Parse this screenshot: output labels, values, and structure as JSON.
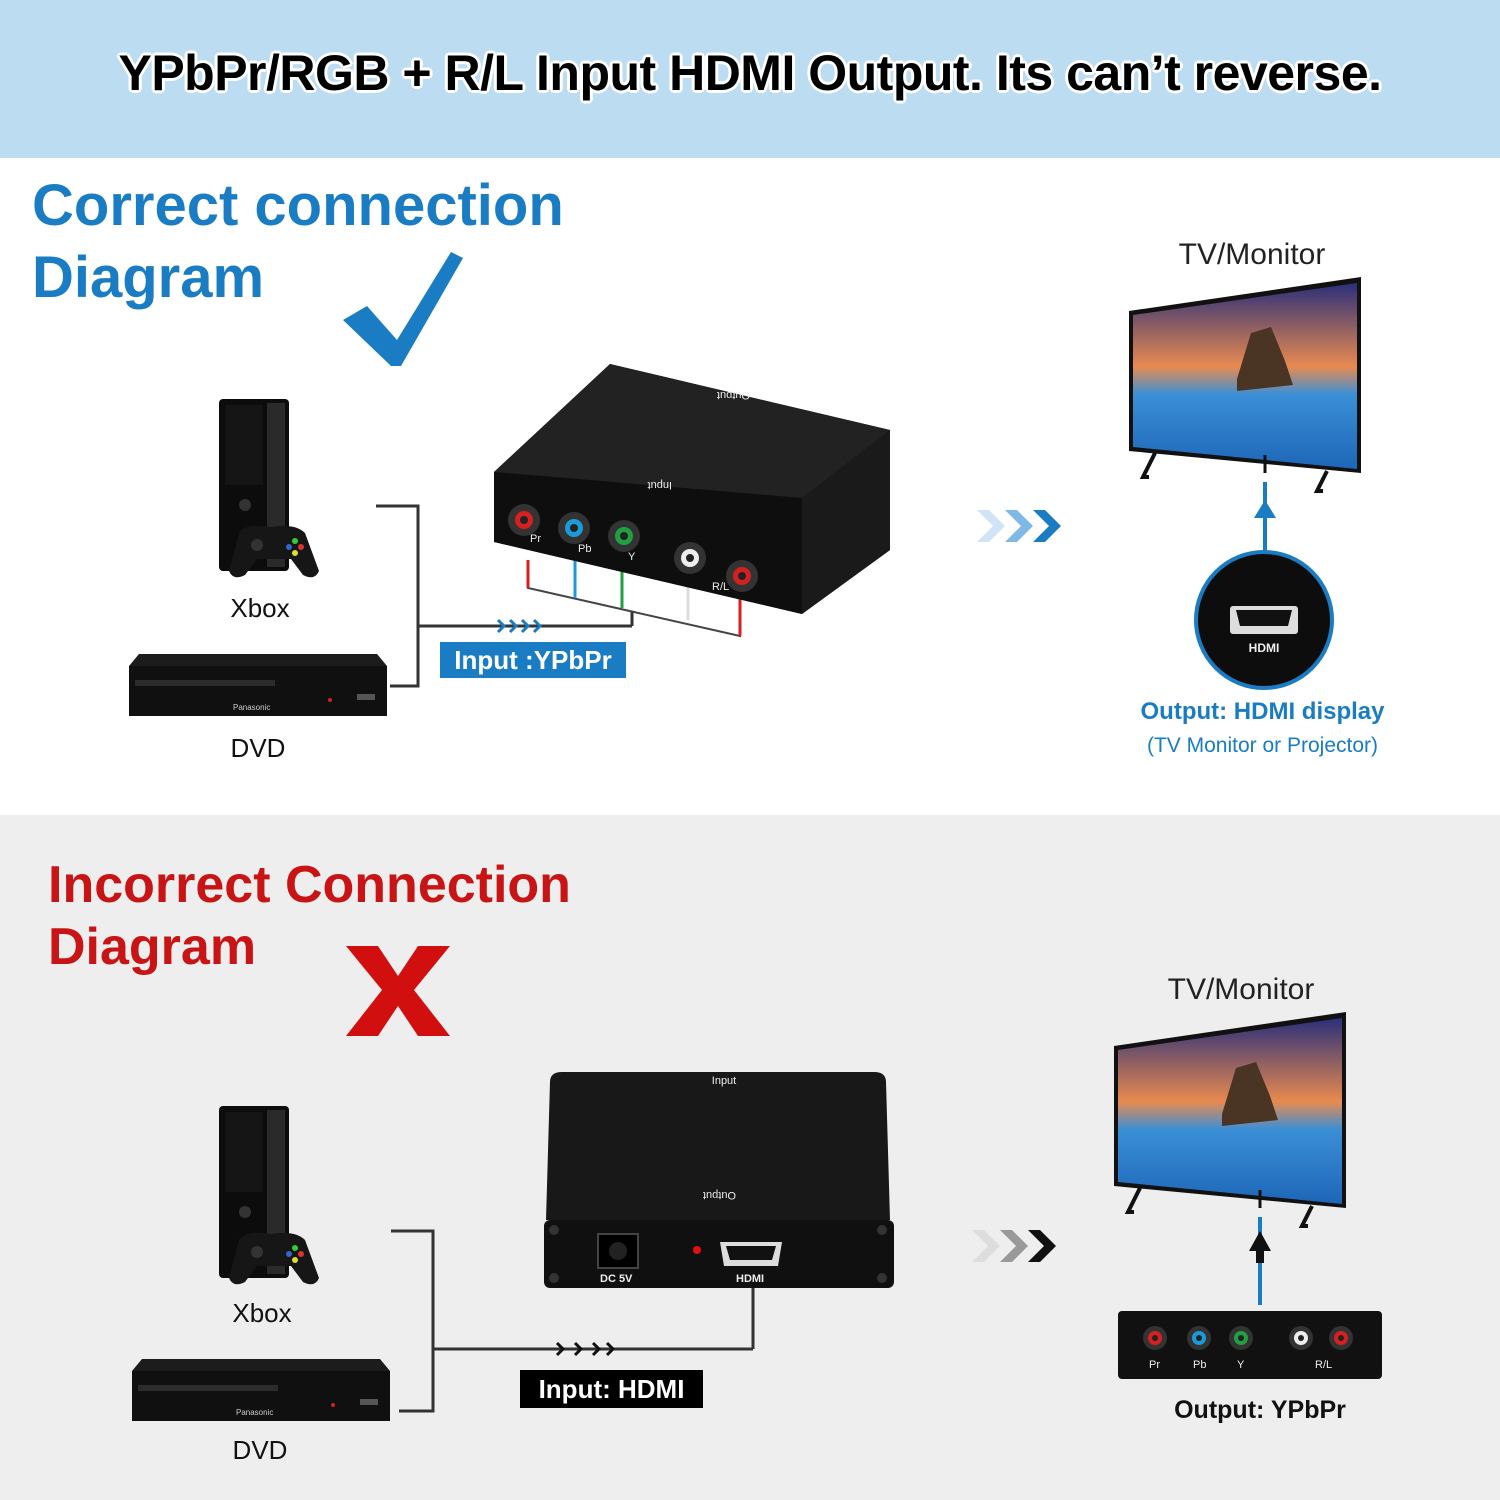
{
  "banner": {
    "title": "YPbPr/RGB + R/L Input HDMI Output. Its can’t reverse.",
    "background": "#bcdcf2"
  },
  "correct": {
    "heading_line1": "Correct connection",
    "heading_line2": "Diagram",
    "accent_color": "#1a7dc4",
    "mark_icon": "checkmark-icon",
    "sources": [
      "Xbox",
      "DVD"
    ],
    "converter": {
      "top_label": "Output",
      "front_label": "Input",
      "ports": [
        "Pr",
        "Pb",
        "Y",
        "R/L"
      ]
    },
    "input_tag": "Input :YPbPr",
    "display_label": "TV/Monitor",
    "hdmi_port_label": "HDMI",
    "output_title": "Output: HDMI display",
    "output_subtitle": "(TV Monitor or Projector)"
  },
  "incorrect": {
    "heading_line1": "Incorrect Connection",
    "heading_line2": "Diagram",
    "accent_color": "#c81414",
    "mark_icon": "x-mark-icon",
    "sources": [
      "Xbox",
      "DVD"
    ],
    "converter": {
      "top_label": "Input",
      "front_label": "Output",
      "dc_label": "DC 5V",
      "hdmi_label": "HDMI"
    },
    "input_tag": "Input: HDMI",
    "display_label": "TV/Monitor",
    "output_ports": [
      "Pr",
      "Pb",
      "Y",
      "R/L"
    ],
    "output_title": "Output: YPbPr"
  }
}
